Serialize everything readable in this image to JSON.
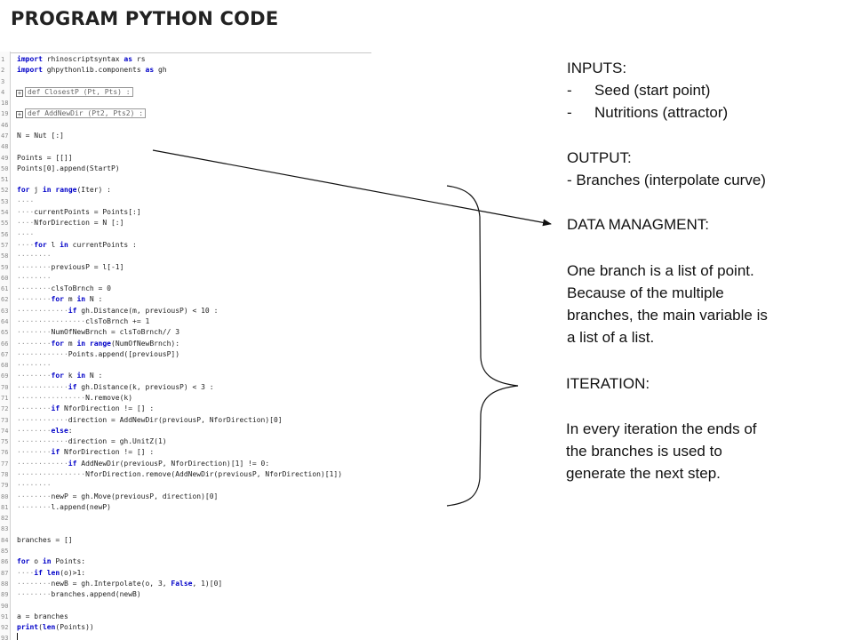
{
  "title": "PROGRAM PYTHON CODE",
  "code_lines": [
    {
      "n": "1",
      "t": "import rhinoscriptsyntax as rs"
    },
    {
      "n": "2",
      "t": "import ghpythonlib.components as gh"
    },
    {
      "n": "3",
      "t": ""
    },
    {
      "n": "4",
      "t": "def ClosestP (Pt, Pts) :",
      "fold": true
    },
    {
      "n": "18",
      "t": ""
    },
    {
      "n": "19",
      "t": "def AddNewDir (Pt2, Pts2) :",
      "fold": true
    },
    {
      "n": "46",
      "t": ""
    },
    {
      "n": "47",
      "t": "N = Nut [:]"
    },
    {
      "n": "48",
      "t": ""
    },
    {
      "n": "49",
      "t": "Points = [[]]"
    },
    {
      "n": "50",
      "t": "Points[0].append(StartP)"
    },
    {
      "n": "51",
      "t": ""
    },
    {
      "n": "52",
      "t": "for j in range(Iter) :"
    },
    {
      "n": "53",
      "t": "····"
    },
    {
      "n": "54",
      "t": "····currentPoints = Points[:]"
    },
    {
      "n": "55",
      "t": "····NforDirection = N [:]"
    },
    {
      "n": "56",
      "t": "····"
    },
    {
      "n": "57",
      "t": "····for l in currentPoints :"
    },
    {
      "n": "58",
      "t": "········"
    },
    {
      "n": "59",
      "t": "········previousP = l[-1]"
    },
    {
      "n": "60",
      "t": "········"
    },
    {
      "n": "61",
      "t": "········clsToBrnch = 0"
    },
    {
      "n": "62",
      "t": "········for m in N :"
    },
    {
      "n": "63",
      "t": "············if gh.Distance(m, previousP) < 10 :"
    },
    {
      "n": "64",
      "t": "················clsToBrnch += 1"
    },
    {
      "n": "65",
      "t": "········NumOfNewBrnch = clsToBrnch// 3"
    },
    {
      "n": "66",
      "t": "········for m in range(NumOfNewBrnch):"
    },
    {
      "n": "67",
      "t": "············Points.append([previousP])"
    },
    {
      "n": "68",
      "t": "········"
    },
    {
      "n": "69",
      "t": "········for k in N :"
    },
    {
      "n": "70",
      "t": "············if gh.Distance(k, previousP) < 3 :"
    },
    {
      "n": "71",
      "t": "················N.remove(k)"
    },
    {
      "n": "72",
      "t": "········if NforDirection != [] :"
    },
    {
      "n": "73",
      "t": "············direction = AddNewDir(previousP, NforDirection)[0]"
    },
    {
      "n": "74",
      "t": "········else:"
    },
    {
      "n": "75",
      "t": "············direction = gh.UnitZ(1)"
    },
    {
      "n": "76",
      "t": "········if NforDirection != [] :"
    },
    {
      "n": "77",
      "t": "············if AddNewDir(previousP, NforDirection)[1] != 0:"
    },
    {
      "n": "78",
      "t": "················NforDirection.remove(AddNewDir(previousP, NforDirection)[1])"
    },
    {
      "n": "79",
      "t": "········"
    },
    {
      "n": "80",
      "t": "········newP = gh.Move(previousP, direction)[0]"
    },
    {
      "n": "81",
      "t": "········l.append(newP)"
    },
    {
      "n": "82",
      "t": ""
    },
    {
      "n": "83",
      "t": ""
    },
    {
      "n": "84",
      "t": "branches = []"
    },
    {
      "n": "85",
      "t": ""
    },
    {
      "n": "86",
      "t": "for o in Points:"
    },
    {
      "n": "87",
      "t": "····if len(o)>1:"
    },
    {
      "n": "88",
      "t": "········newB = gh.Interpolate(o, 3, False, 1)[0]"
    },
    {
      "n": "89",
      "t": "········branches.append(newB)"
    },
    {
      "n": "90",
      "t": ""
    },
    {
      "n": "91",
      "t": "a = branches"
    },
    {
      "n": "92",
      "t": "print(len(Points))"
    },
    {
      "n": "93",
      "t": "",
      "cursor": true
    }
  ],
  "notes": {
    "inputs_heading": "INPUTS:",
    "inputs": [
      "Seed (start point)",
      "Nutritions (attractor)"
    ],
    "bullet_char": "-",
    "output_heading": "OUTPUT:",
    "output_item": "- Branches (interpolate curve)",
    "data_heading": "DATA MANAGMENT:",
    "data_text": [
      "One branch is a list of point.",
      "Because of the multiple",
      "branches, the main variable is",
      "a list of a list."
    ],
    "iteration_heading": "ITERATION:",
    "iteration_text": [
      "In every iteration the ends of",
      "the branches is used to",
      "generate the next step."
    ]
  }
}
